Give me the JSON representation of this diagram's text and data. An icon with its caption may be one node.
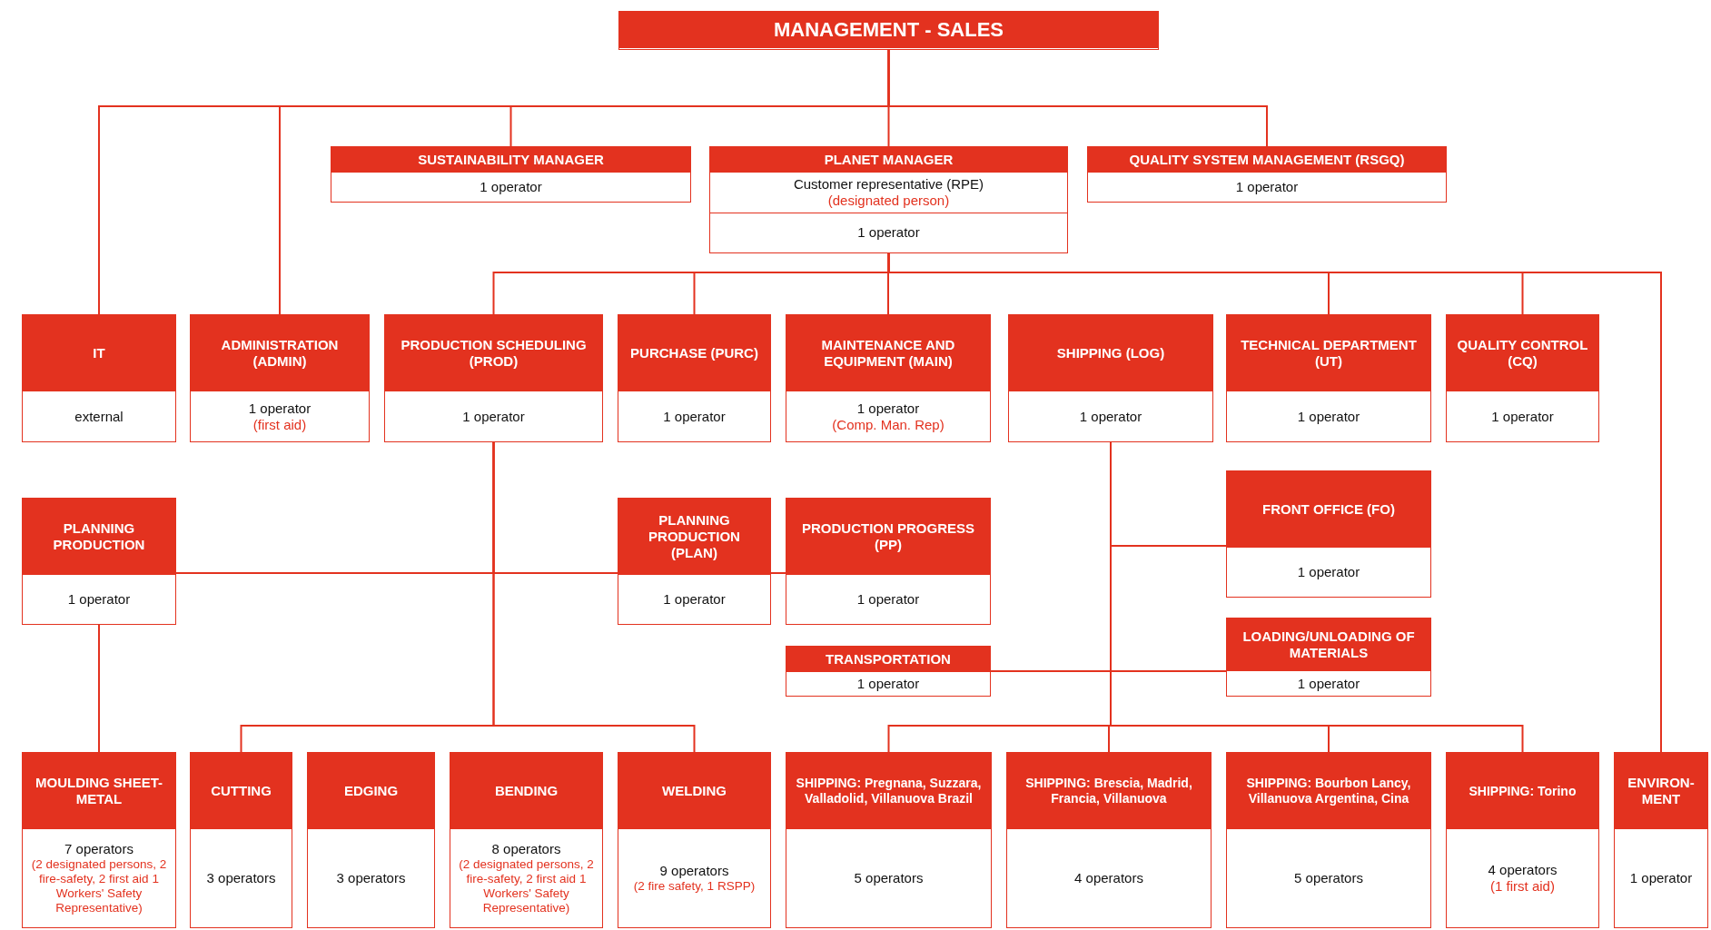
{
  "diagram": {
    "nodes": [
      {
        "text": [
          "MANAGEMENT - SALES"
        ]
      },
      {
        "text": [
          "SUSTAINABILITY MANAGER",
          "1 operator"
        ]
      },
      {
        "text": [
          "PLANET MANAGER",
          "Customer representative (RPE)",
          "(designated person)",
          "1 operator"
        ]
      },
      {
        "text": [
          "QUALITY SYSTEM MANAGEMENT (RSGQ)",
          "1 operator"
        ]
      },
      {
        "text": [
          "IT",
          "external"
        ]
      },
      {
        "text": [
          "ADMINISTRATION (ADMIN)",
          "1 operator",
          "(first aid)"
        ]
      },
      {
        "text": [
          "PRODUCTION SCHEDULING (PROD)",
          "1 operator"
        ]
      },
      {
        "text": [
          "PURCHASE (PURC)",
          "1 operator"
        ]
      },
      {
        "text": [
          "MAINTENANCE AND EQUIPMENT (MAIN)",
          "1 operator",
          "(Comp. Man. Rep)"
        ]
      },
      {
        "text": [
          "SHIPPING (LOG)",
          "1 operator"
        ]
      },
      {
        "text": [
          "TECHNICAL DEPARTMENT (UT)",
          "1 operator"
        ]
      },
      {
        "text": [
          "QUALITY CONTROL (CQ)",
          "1 operator"
        ]
      },
      {
        "text": [
          "PLANNING PRODUCTION",
          "1 operator"
        ]
      },
      {
        "text": [
          "PLANNING PRODUCTION (PLAN)",
          "1 operator"
        ]
      },
      {
        "text": [
          "PRODUCTION PROGRESS (PP)",
          "1 operator"
        ]
      },
      {
        "text": [
          "FRONT OFFICE (FO)",
          "1 operator"
        ]
      },
      {
        "text": [
          "TRANSPORTATION",
          "1 operator"
        ]
      },
      {
        "text": [
          "LOADING/UNLOADING OF MATERIALS",
          "1 operator"
        ]
      },
      {
        "text": [
          "MOULDING SHEET-METAL",
          "7 operators",
          "(2 designated persons, 2 fire-safety, 2 first aid 1 Workers' Safety Representative)"
        ]
      },
      {
        "text": [
          "CUTTING",
          "3 operators"
        ]
      },
      {
        "text": [
          "EDGING",
          "3 operators"
        ]
      },
      {
        "text": [
          "BENDING",
          "8 operators",
          "(2 designated persons, 2 fire-safety, 2 first aid 1 Workers' Safety Representative)"
        ]
      },
      {
        "text": [
          "WELDING",
          "9 operators",
          "(2 fire safety, 1 RSPP)"
        ]
      },
      {
        "text": [
          "SHIPPING: Pregnana, Suzzara, Valladolid, Villanuova Brazil",
          "5 operators"
        ]
      },
      {
        "text": [
          "SHIPPING: Brescia, Madrid, Francia, Villanuova",
          "4 operators"
        ]
      },
      {
        "text": [
          "SHIPPING: Bourbon Lancy, Villanuova Argentina, Cina",
          "5 operators"
        ]
      },
      {
        "text": [
          "SHIPPING: Torino",
          "4 operators",
          "(1 first aid)"
        ]
      },
      {
        "text": [
          "ENVIRON- MENT",
          "1 operator"
        ]
      }
    ],
    "edges": [
      {
        "from": 0,
        "to": 1,
        "arrow": "none"
      },
      {
        "from": 0,
        "to": 2,
        "arrow": "none"
      },
      {
        "from": 0,
        "to": 3,
        "arrow": "none"
      },
      {
        "from": 0,
        "to": 4,
        "arrow": "none"
      },
      {
        "from": 0,
        "to": 5,
        "arrow": "none"
      },
      {
        "from": 2,
        "to": 6,
        "arrow": "none"
      },
      {
        "from": 2,
        "to": 7,
        "arrow": "none"
      },
      {
        "from": 2,
        "to": 8,
        "arrow": "none"
      },
      {
        "from": 2,
        "to": 10,
        "arrow": "none"
      },
      {
        "from": 2,
        "to": 11,
        "arrow": "none"
      },
      {
        "from": 2,
        "to": 27,
        "arrow": "none"
      },
      {
        "from": 6,
        "to": 12,
        "arrow": "none"
      },
      {
        "from": 6,
        "to": 13,
        "arrow": "none"
      },
      {
        "from": 13,
        "to": 14,
        "arrow": "none"
      },
      {
        "from": 6,
        "to": 19,
        "arrow": "none"
      },
      {
        "from": 6,
        "to": 22,
        "arrow": "none"
      },
      {
        "from": 12,
        "to": 18,
        "arrow": "none"
      },
      {
        "from": 9,
        "to": 15,
        "arrow": "none"
      },
      {
        "from": 9,
        "to": 16,
        "arrow": "none"
      },
      {
        "from": 9,
        "to": 17,
        "arrow": "none"
      },
      {
        "from": 9,
        "to": 23,
        "arrow": "none"
      },
      {
        "from": 9,
        "to": 24,
        "arrow": "none"
      },
      {
        "from": 9,
        "to": 25,
        "arrow": "none"
      },
      {
        "from": 9,
        "to": 26,
        "arrow": "none"
      }
    ]
  }
}
